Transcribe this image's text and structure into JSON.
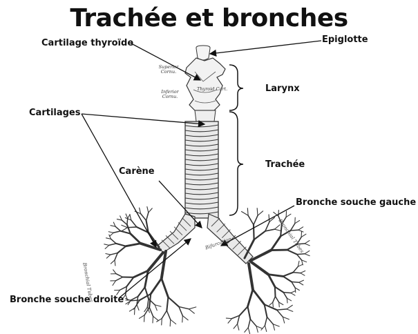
{
  "title": "Trachée et bronches",
  "labels": {
    "cartilage_thyroide": "Cartilage thyroïde",
    "epiglotte": "Epiglotte",
    "larynx": "Larynx",
    "cartilages": "Cartilages",
    "trachee": "Trachée",
    "carene": "Carène",
    "bronche_gauche": "Bronche souche gauche",
    "bronche_droite": "Bronche souche droite"
  },
  "engraving_labels": {
    "superior_cornu": "Superior Cornu.",
    "inferior_cornu": "Inferior Cornu.",
    "thyroid_cart": "Thyroid Cart.",
    "bronchial_tubes_left": "Bronchial Tubes",
    "bronchial_tubes_right": "Bronchial Tubes",
    "bifurcation": "Bifurcation"
  }
}
